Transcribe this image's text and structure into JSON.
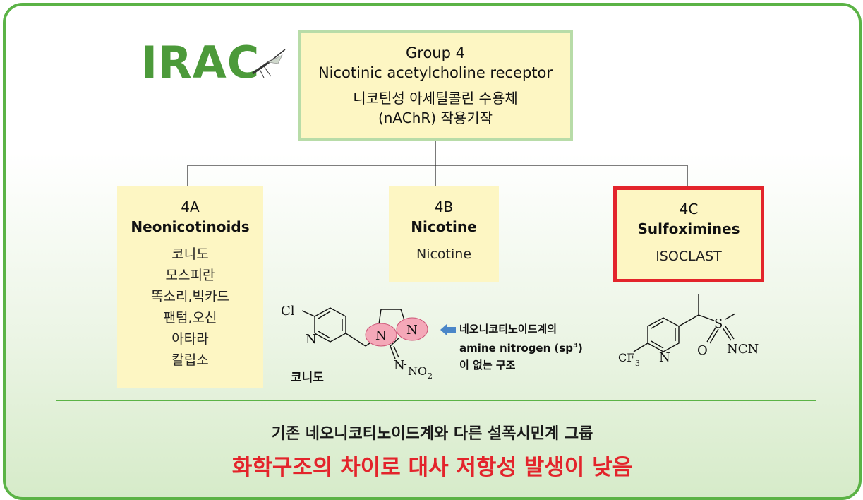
{
  "logo": {
    "text": "IRAC"
  },
  "group": {
    "line1": "Group 4",
    "line2": "Nicotinic acetylcholine receptor",
    "line3": "니코틴성 아세틸콜린 수용체",
    "line4": "(nAChR) 작용기작"
  },
  "subgroups": [
    {
      "code": "4A",
      "name": "Neonicotinoids",
      "products": [
        "코니도",
        "모스피란",
        "똑소리,빅카드",
        "팬텀,오신",
        "아타라",
        "칼립소"
      ]
    },
    {
      "code": "4B",
      "name": "Nicotine",
      "products": [
        "Nicotine"
      ]
    },
    {
      "code": "4C",
      "name": "Sulfoximines",
      "products": [
        "ISOCLAST"
      ]
    }
  ],
  "molecules": {
    "conido": {
      "caption": "코니도",
      "atoms": {
        "cl": "Cl",
        "n_ring": "N",
        "n1": "N",
        "n2": "N",
        "n_bottom": "N",
        "no2": "NO",
        "no2_sub": "2",
        "dash": "-"
      }
    },
    "isoclast": {
      "atoms": {
        "s": "S",
        "o": "O",
        "ncn": "NCN",
        "n_ring": "N",
        "cf": "CF",
        "cf_sub": "3"
      }
    }
  },
  "note": {
    "line1": "네오니코티노이드계의",
    "line2_pre": "amine nitrogen (sp",
    "line2_sup": "3",
    "line2_post": ")",
    "line3": "이 없는 구조"
  },
  "bottom": {
    "line1": "기존 네오니코티노이드계와  다른 설폭시민계 그룹",
    "line2": "화학구조의 차이로 대사 저항성 발생이 낮음"
  },
  "colors": {
    "frame": "#5bb346",
    "box": "#fdf6c3",
    "highlight": "#e3242b",
    "ring_highlight": "#f4a8b8",
    "arrow": "#4a86c8"
  }
}
